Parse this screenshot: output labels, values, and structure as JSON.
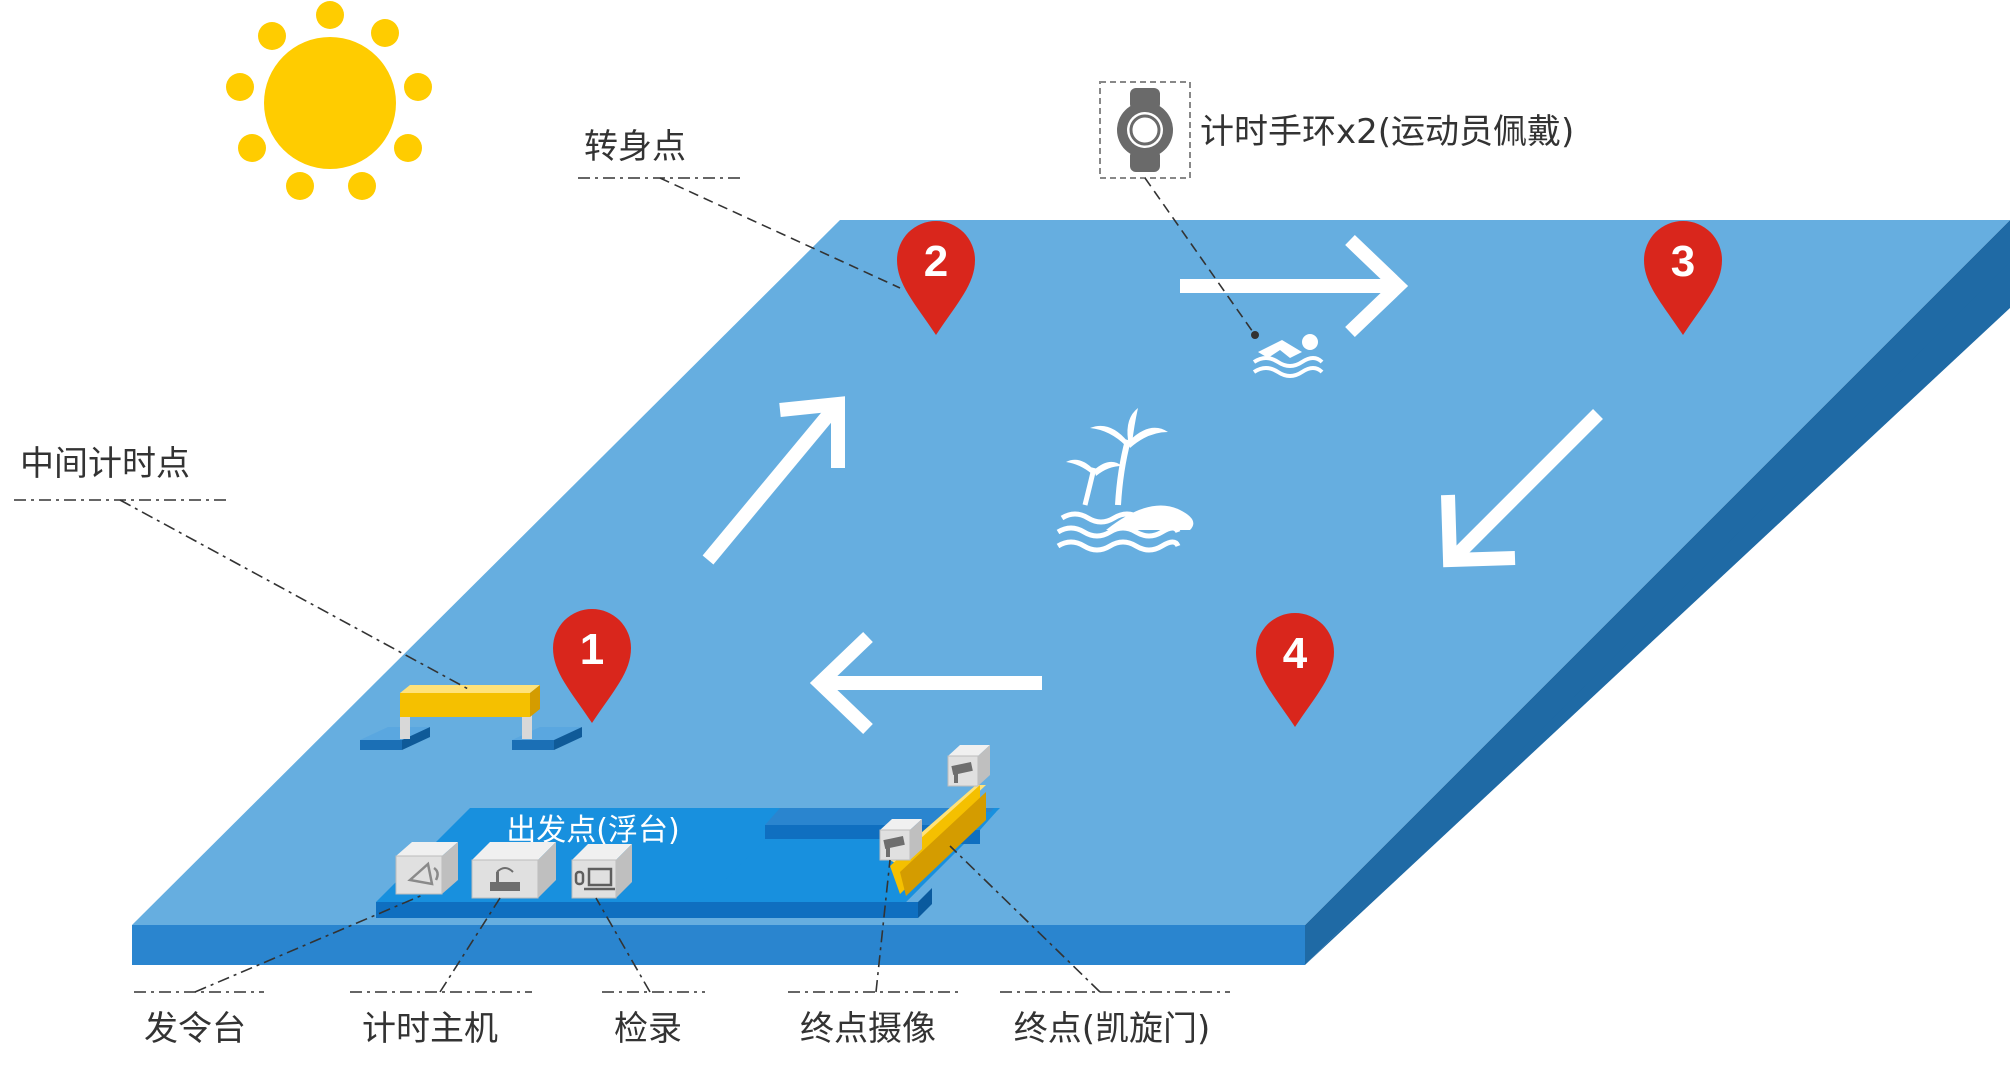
{
  "labels": {
    "turn_point": "转身点",
    "mid_timing": "中间计时点",
    "wristband": "计时手环x2(运动员佩戴)",
    "start_platform": "出发点(浮台)",
    "starter_stand": "发令台",
    "timing_host": "计时主机",
    "check_in": "检录",
    "finish_camera": "终点摄像",
    "finish_arch": "终点(凯旋门)"
  },
  "markers": [
    "1",
    "2",
    "3",
    "4"
  ],
  "icons": {
    "sun": "sun-icon",
    "wristband": "watch-icon",
    "swimmer": "swimmer-icon",
    "island": "palm-island-icon",
    "speaker": "speaker-icon",
    "router": "router-icon",
    "computer": "computer-icon",
    "camera": "camera-icon"
  },
  "colors": {
    "water": "#66AEE0",
    "pool_edge": "#1F6AA5",
    "pool_front": "#2A85CF",
    "marker": "#D9261C",
    "gate": "#F5C000",
    "sun": "#FFCC00"
  }
}
